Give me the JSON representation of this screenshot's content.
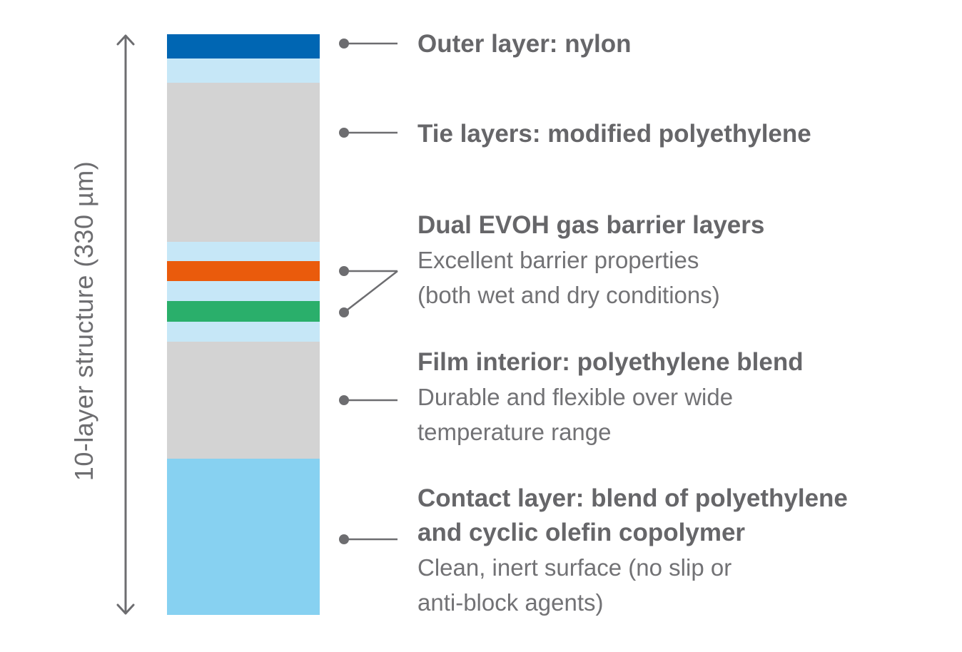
{
  "axis": {
    "label": "10-layer structure (330 µm)"
  },
  "colors": {
    "nylon": "#0066b3",
    "tie": "#c6e7f7",
    "pe_gray": "#d3d3d3",
    "evoh_orange": "#ea5b0c",
    "evoh_green": "#2aaf6b",
    "contact": "#87d1f1",
    "line": "#6d6d70",
    "text": "#666669"
  },
  "layers": [
    {
      "name": "nylon"
    },
    {
      "name": "tie"
    },
    {
      "name": "polyethylene"
    },
    {
      "name": "tie"
    },
    {
      "name": "evoh"
    },
    {
      "name": "tie"
    },
    {
      "name": "evoh"
    },
    {
      "name": "tie"
    },
    {
      "name": "polyethylene blend"
    },
    {
      "name": "contact"
    }
  ],
  "callouts": {
    "outer": {
      "title": "Outer layer: nylon"
    },
    "tie": {
      "title": "Tie layers: modified polyethylene"
    },
    "evoh": {
      "title": "Dual EVOH gas barrier layers",
      "desc_line1": "Excellent barrier properties",
      "desc_line2": "(both wet and dry conditions)"
    },
    "interior": {
      "title": "Film interior: polyethylene blend",
      "desc_line1": "Durable and flexible over wide",
      "desc_line2": "temperature range"
    },
    "contact": {
      "title_line1": "Contact layer: blend of polyethylene",
      "title_line2": "and cyclic olefin copolymer",
      "desc_line1": "Clean, inert surface (no slip or",
      "desc_line2": "anti-block agents)"
    }
  }
}
